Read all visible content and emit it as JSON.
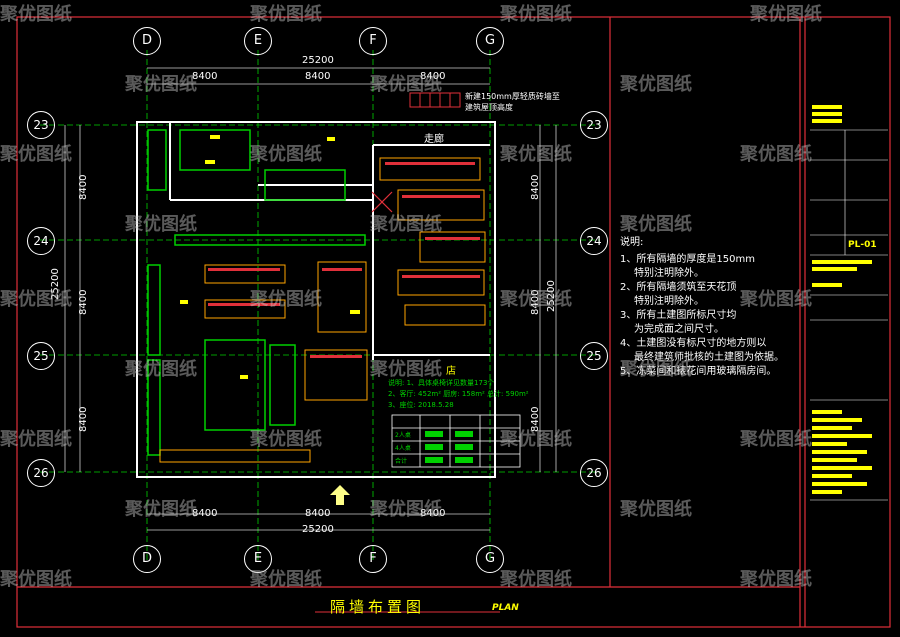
{
  "title": {
    "cn": "隔墙布置图",
    "en": "PLAN"
  },
  "watermark": "聚优图纸",
  "grid": {
    "columns": [
      "D",
      "E",
      "F",
      "G"
    ],
    "rows": [
      "23",
      "24",
      "25",
      "26"
    ]
  },
  "dimensions": {
    "total": "25200",
    "bay": "8400"
  },
  "legend_note": {
    "line1": "新建150mm厚轻质砖墙至",
    "line2": "建筑屋顶高度"
  },
  "room_labels": {
    "stair": "走廊",
    "dining": "店"
  },
  "notes": {
    "heading": "说明:",
    "items": [
      {
        "a": "1、所有隔墙的厚度是150mm",
        "b": "特别注明除外。"
      },
      {
        "a": "2、所有隔墙须筑至天花顶",
        "b": "特别注明除外。"
      },
      {
        "a": "3、所有土建图所标尺寸均",
        "b": "为完成面之间尺寸。"
      },
      {
        "a": "4、土建图没有标尺寸的地方则以",
        "b": "最终建筑师批核的土建图为依据。"
      },
      {
        "a": "5、冻菜间和裱花间用玻璃隔房间。",
        "b": ""
      }
    ]
  },
  "summary": {
    "heading": "说明: 1、具体桌椅详见数量173个",
    "line2": "2、客厅: 452m² 厨房: 158m² 总计: 590m²",
    "line3": "3、座位: 2018.5.28",
    "rows": [
      "2人桌",
      "4人桌",
      "合计"
    ]
  },
  "title_block": {
    "drawing_no": "PL-01"
  },
  "colors": {
    "frame": "#e0303a",
    "grid": "#00d000",
    "wall": "#ffffff",
    "furniture": "#ffa500",
    "yellow": "#ffff00",
    "dim": "#cccccc"
  }
}
